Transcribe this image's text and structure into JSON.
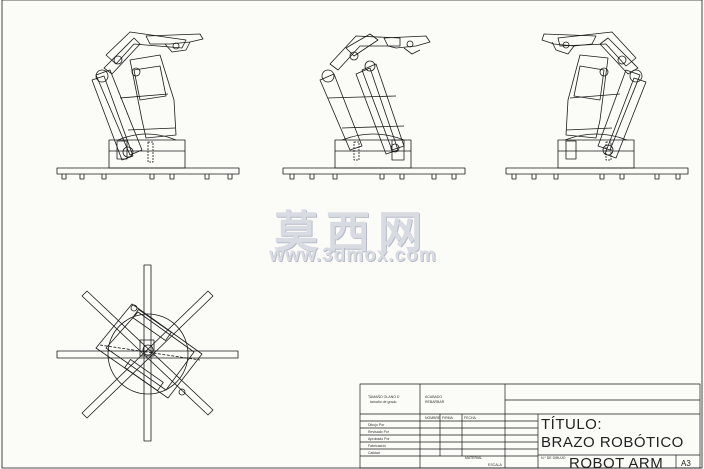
{
  "watermark": {
    "chinese": "莫西网",
    "url": "www.3dmox.com"
  },
  "title_block": {
    "title_label": "TÍTULO:",
    "title_es": "BRAZO ROBÓTICO",
    "title_en": "ROBOT ARM",
    "sheet_size": "A3",
    "header_left": "TAMAÑO OLANO D",
    "header_left_2": "tamaño de grado",
    "header_mid": "ACABADO",
    "header_mid_2": "REBARBAR",
    "col_name": "NOMBRE",
    "col_sign": "FIRMA",
    "col_date": "FECHA",
    "rows": [
      "Dibujo Por",
      "Revisado Por",
      "Aprobado Por",
      "Fabricación",
      "Calidad"
    ],
    "material_label": "MATERIAL",
    "drawing_no_label": "N.º DE DIBUJO",
    "scale_label": "ESCALA"
  },
  "colors": {
    "paper": "#fbfbf7",
    "line": "#1a1a1a",
    "watermark": "#d9dbe2"
  }
}
